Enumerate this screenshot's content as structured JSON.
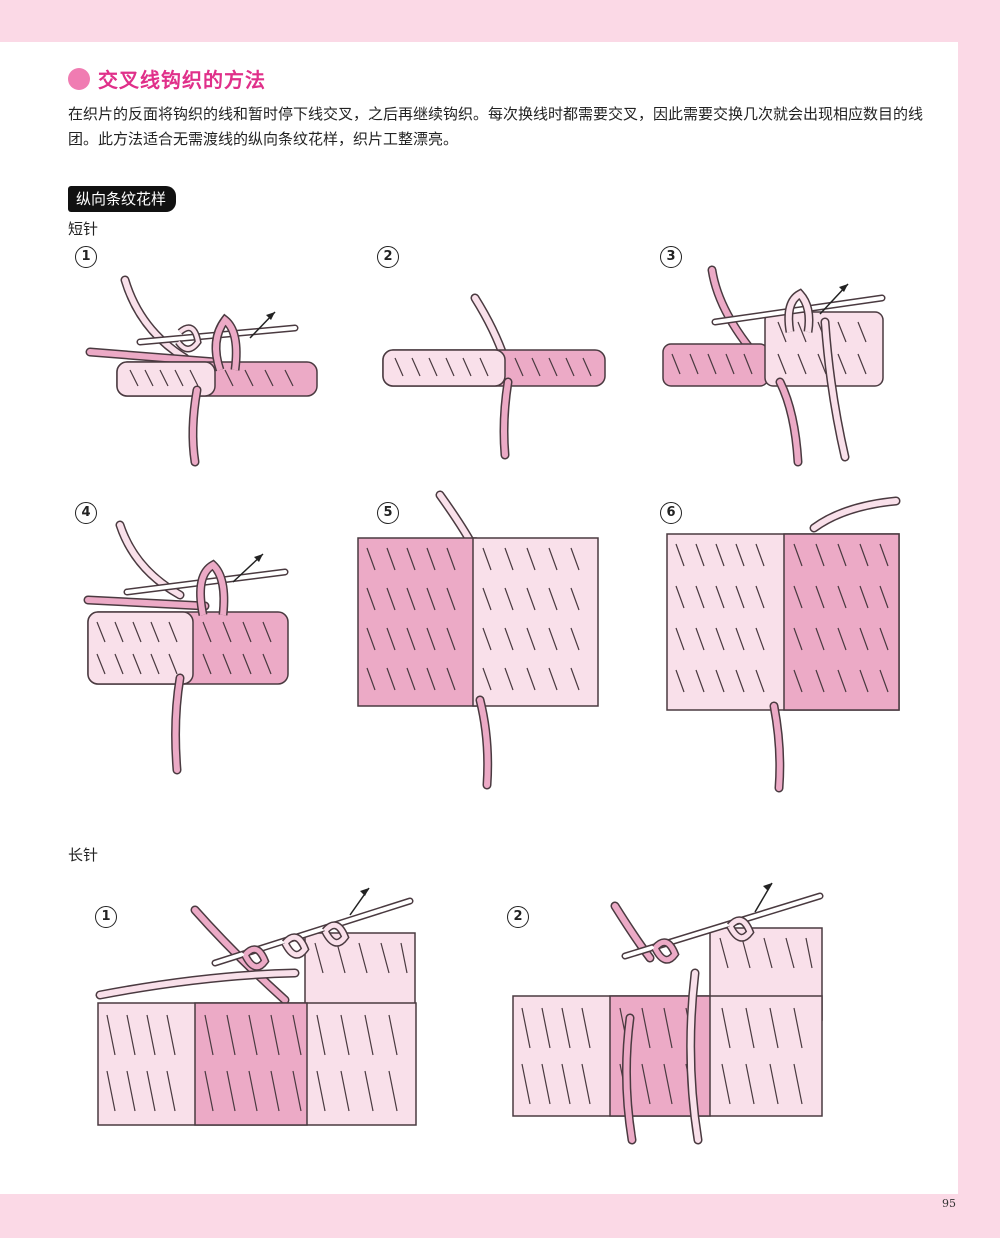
{
  "title": "交叉线钩织的方法",
  "intro": "在织片的反面将钩织的线和暂时停下线交叉，之后再继续钩织。每次换线时都需要交叉，因此需要交换几次就会出现相应数目的线团。此方法适合无需渡线的纵向条纹花样，织片工整漂亮。",
  "section_tag": "纵向条纹花样",
  "short_stitch": {
    "label": "短针",
    "steps": [
      "1",
      "2",
      "3",
      "4",
      "5",
      "6"
    ]
  },
  "long_stitch": {
    "label": "长针",
    "steps": [
      "1",
      "2"
    ]
  },
  "page_number": "95",
  "colors": {
    "accent": "#e0308a",
    "dark_pink": "#ecaac6",
    "light_pink": "#f9e0ea",
    "outline": "#4a3a40",
    "background_band": "#fbd9e6"
  }
}
